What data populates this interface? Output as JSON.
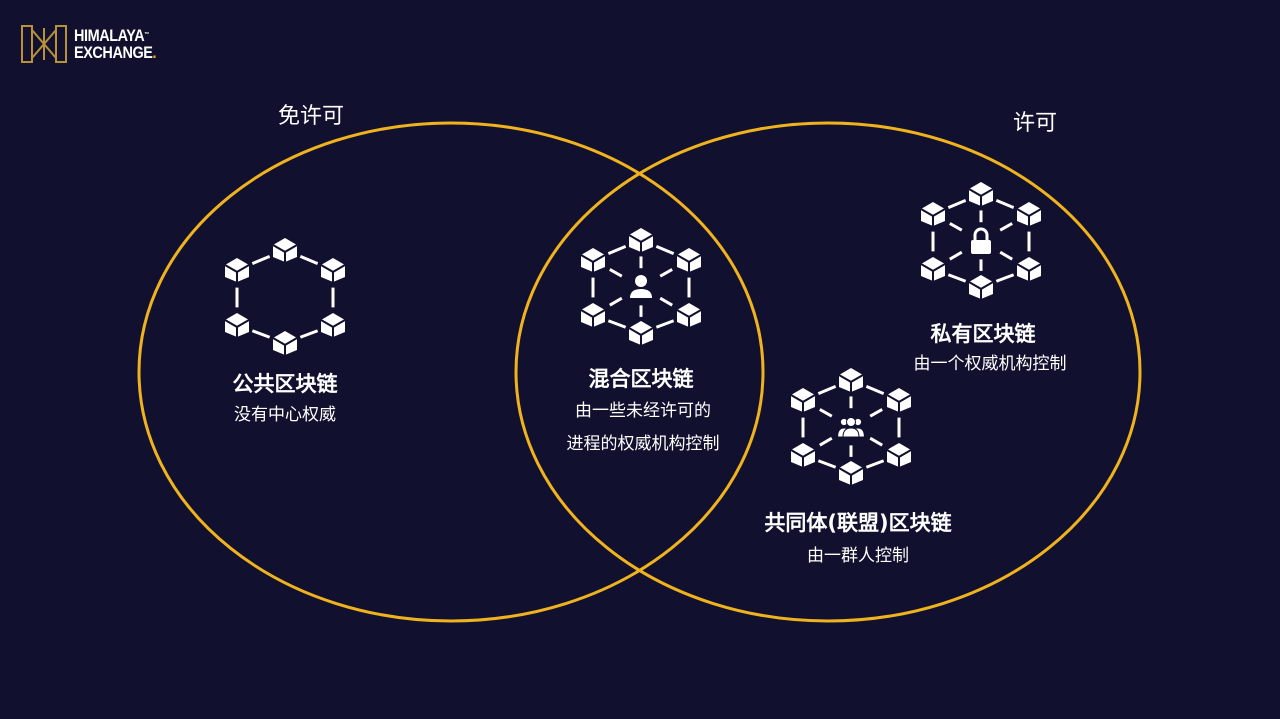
{
  "logo": {
    "line1": "HIMALAYA",
    "line2": "EXCHANGE",
    "tm": "™"
  },
  "categories": {
    "permissionless": "免许可",
    "permissioned": "许可"
  },
  "blockchains": [
    {
      "id": "public",
      "title": "公共区块链",
      "subtitle": [
        "没有中心权威"
      ],
      "center_icon": "none"
    },
    {
      "id": "hybrid",
      "title": "混合区块链",
      "subtitle": [
        "由一些未经许可的",
        "进程的权威机构控制"
      ],
      "center_icon": "person"
    },
    {
      "id": "private",
      "title": "私有区块链",
      "subtitle": [
        "由一个权威机构控制"
      ],
      "center_icon": "lock"
    },
    {
      "id": "consortium",
      "title": "共同体(联盟)区块链",
      "subtitle": [
        "由一群人控制"
      ],
      "center_icon": "group"
    }
  ],
  "colors": {
    "background": "#11112f",
    "circle": "#f0b31e",
    "text": "#ffffff",
    "logo_gold": "#b8913a"
  }
}
